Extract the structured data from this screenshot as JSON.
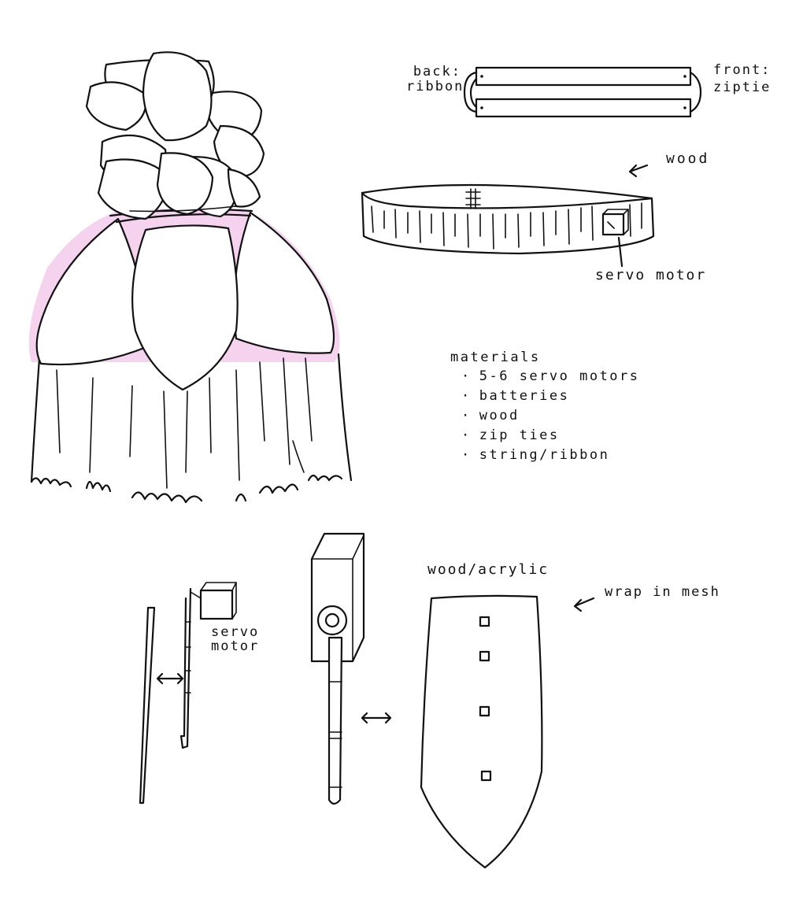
{
  "colors": {
    "ink": "#111111",
    "pink": "#f5d3ee",
    "paper": "#ffffff"
  },
  "labels": {
    "back_ribbon": "back:\nribbon",
    "front_ziptie": "front:\nziptie",
    "wood": "wood",
    "servo_motor_top": "servo motor",
    "servo_motor_left": "servo\nmotor",
    "wood_acrylic": "wood/acrylic",
    "wrap_in_mesh": "wrap in mesh"
  },
  "materials": {
    "title": "materials",
    "items": [
      "5-6 servo motors",
      "batteries",
      "wood",
      "zip ties",
      "string/ribbon"
    ]
  }
}
